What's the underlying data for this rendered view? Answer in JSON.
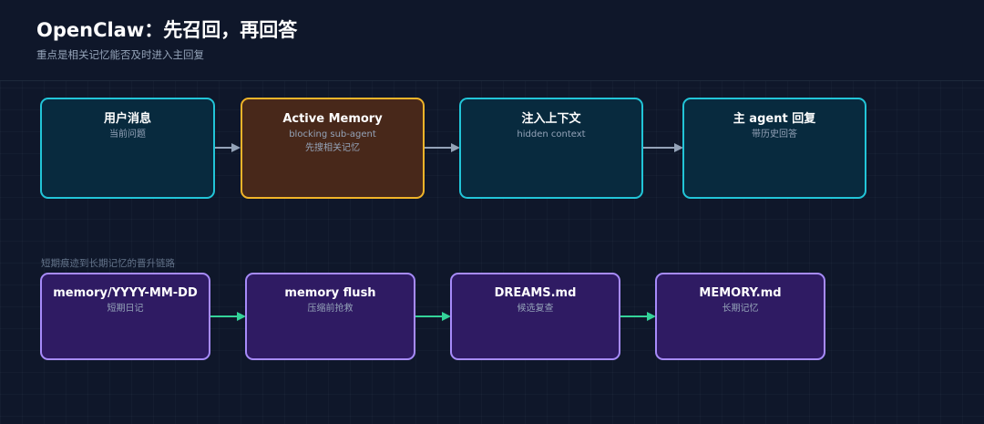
{
  "header": {
    "title": "OpenClaw：先召回，再回答",
    "subtitle": "重点是相关记忆能否及时进入主回复"
  },
  "main_flow": {
    "nodes": [
      {
        "id": "user-message",
        "title": "用户消息",
        "subtitle": "当前问题",
        "subtitle2": "",
        "style": "teal"
      },
      {
        "id": "active-memory",
        "title": "Active Memory",
        "subtitle": "blocking sub-agent",
        "subtitle2": "先搜相关记忆",
        "style": "orange"
      },
      {
        "id": "inject-context",
        "title": "注入上下文",
        "subtitle": "hidden context",
        "subtitle2": "",
        "style": "teal"
      },
      {
        "id": "main-agent-reply",
        "title": "主 agent 回复",
        "subtitle": "带历史回答",
        "subtitle2": "",
        "style": "teal"
      }
    ]
  },
  "memory_chain": {
    "label": "短期痕迹到长期记忆的晋升链路",
    "nodes": [
      {
        "id": "daily-memory",
        "title": "memory/YYYY-MM-DD",
        "subtitle": "短期日记"
      },
      {
        "id": "memory-flush",
        "title": "memory flush",
        "subtitle": "压缩前抢救"
      },
      {
        "id": "dreams-md",
        "title": "DREAMS.md",
        "subtitle": "候选复查"
      },
      {
        "id": "memory-md",
        "title": "MEMORY.md",
        "subtitle": "长期记忆"
      }
    ]
  },
  "colors": {
    "background": "#0f172a",
    "teal_border": "#22c5d8",
    "teal_fill": "#082a3e",
    "orange_border": "#f0b429",
    "orange_fill": "#48281a",
    "purple_border": "#a78bfa",
    "purple_fill": "#2f1b63",
    "arrow_gray": "#94a3b8",
    "arrow_green": "#34d399"
  }
}
